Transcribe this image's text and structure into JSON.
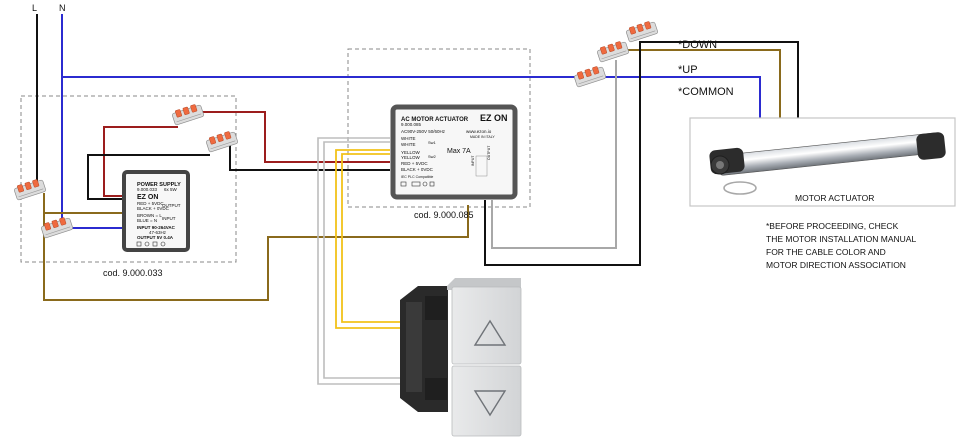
{
  "colors": {
    "phase": "#111111",
    "neutral": "#2b2bd0",
    "red": "#9c1d1d",
    "brown": "#8a6a1c",
    "yellow": "#f2c21a",
    "grey": "#b8b8b8",
    "connector_orange": "#e8623a"
  },
  "power_lines": {
    "phase_label": "L",
    "neutral_label": "N"
  },
  "power_supply": {
    "title": "POWER SUPPLY",
    "code_small": "9.000.033",
    "spec": "6x  5W",
    "brand": "EZ ON",
    "red_label": "RED + 5VDC",
    "black_label": "BLACK + 0VDC",
    "output_label": "OUTPUT",
    "brown_label": "BROWN = L",
    "blue_label": "BLUE = N",
    "input_label": "INPUT",
    "input_spec": "INPUT 90-264VAC",
    "input_freq": "47-63Hz",
    "output_spec": "OUTPUT 5V 0.4A",
    "code_caption": "cod. 9.000.033"
  },
  "actuator": {
    "title": "AC MOTOR ACTUATOR",
    "code_small": "9.000.085",
    "rating": "AC90V-250V  50/60Hz",
    "brand": "EZ ON",
    "website": "www.ezon.io",
    "made_in": "MADE IN ITALY",
    "wire_white1": "WHITE",
    "wire_white2": "WHITE",
    "sw1": "Sw1",
    "wire_yellow1": "YELLOW",
    "wire_yellow2": "YELLOW",
    "sw2": "Sw2",
    "wire_red": "RED + 5VDC",
    "wire_black": "BLACK + 0VDC",
    "max_current": "Max 7A",
    "input_vertical": "INPUT",
    "output_vertical": "OUTPUT",
    "plc": "IEC PLC Compatible",
    "code_caption": "cod. 9.000.085"
  },
  "motor_wires": {
    "down": "*DOWN",
    "up": "*UP",
    "common": "*COMMON"
  },
  "motor": {
    "label": "MOTOR ACTUATOR"
  },
  "note": {
    "line1": "*BEFORE PROCEEDING, CHECK",
    "line2": "THE MOTOR INSTALLATION MANUAL",
    "line3": "FOR THE CABLE COLOR AND",
    "line4": "MOTOR DIRECTION ASSOCIATION"
  }
}
